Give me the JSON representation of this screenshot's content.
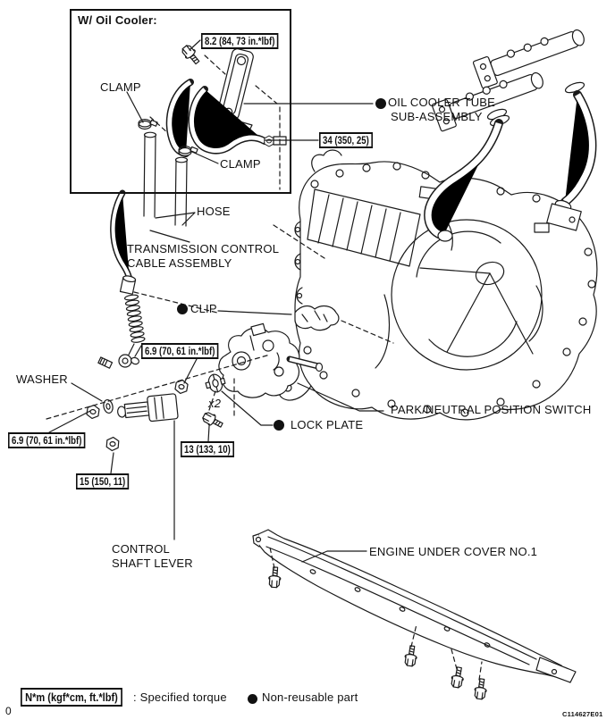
{
  "figure": {
    "inset": {
      "title": "W/ Oil Cooler:",
      "torque": "8.2 (84, 73 in.*lbf)",
      "clamp_top": "CLAMP",
      "clamp_bottom": "CLAMP"
    },
    "labels": {
      "hose": "HOSE",
      "oil_cooler_tube_line1": "OIL COOLER TUBE",
      "oil_cooler_tube_line2": "SUB-ASSEMBLY",
      "transmission_cable_line1": "TRANSMISSION CONTROL",
      "transmission_cable_line2": "CABLE ASSEMBLY",
      "clip": "CLIP",
      "washer": "WASHER",
      "x2": "x2",
      "lock_plate": "LOCK PLATE",
      "pnp_switch": "PARK/NEUTRAL POSITION SWITCH",
      "control_shaft_line1": "CONTROL",
      "control_shaft_line2": "SHAFT LEVER",
      "under_cover": "ENGINE UNDER COVER NO.1"
    },
    "torques": {
      "oil_cooler_tube": "34 (350, 25)",
      "cable_nut": "6.9 (70, 61 in.*lbf)",
      "washer_nut": "6.9 (70, 61 in.*lbf)",
      "switch_bolt": "13 (133, 10)",
      "lever_nut": "15 (150, 11)"
    }
  },
  "legend": {
    "torque_unit": "N*m (kgf*cm, ft.*lbf)",
    "torque_desc": ": Specified torque",
    "non_reusable": "Non-reusable part"
  },
  "footer": {
    "figure_code": "C114627E01",
    "page_marker": "0"
  }
}
